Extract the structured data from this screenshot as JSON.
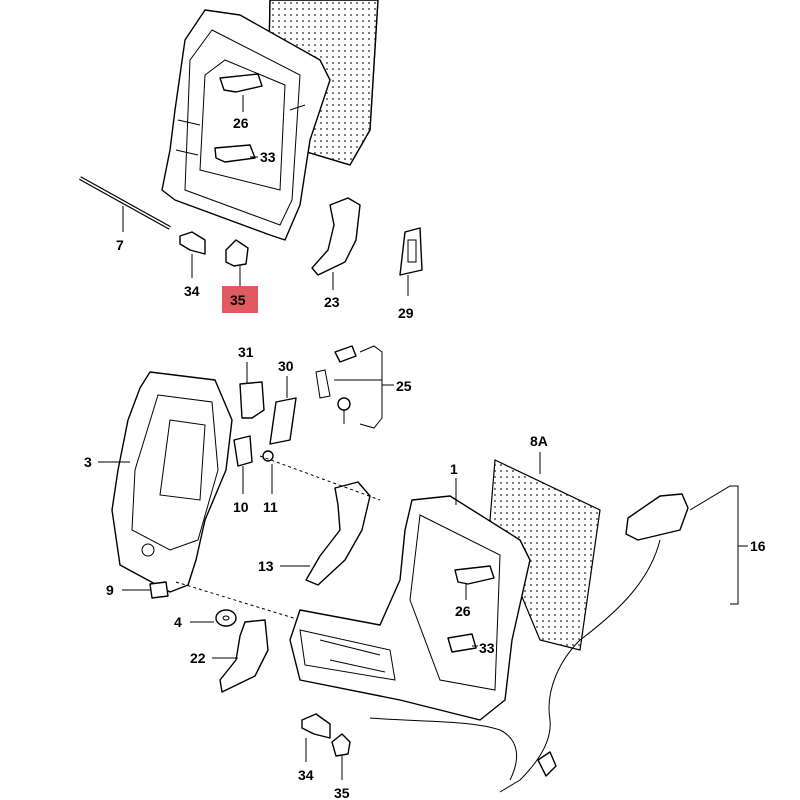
{
  "highlight_color": "#e05a5f",
  "callouts": {
    "c26_top": "26",
    "c33_top": "33",
    "c7": "7",
    "c34_top": "34",
    "c35_top": "35",
    "c23": "23",
    "c29": "29",
    "c31": "31",
    "c30": "30",
    "c25": "25",
    "c3": "3",
    "c10": "10",
    "c11": "11",
    "c8A": "8A",
    "c1": "1",
    "c16": "16",
    "c13": "13",
    "c9": "9",
    "c4": "4",
    "c22": "22",
    "c26_bot": "26",
    "c33_bot": "33",
    "c34_bot": "34",
    "c35_bot": "35"
  },
  "highlighted_callout": "35"
}
